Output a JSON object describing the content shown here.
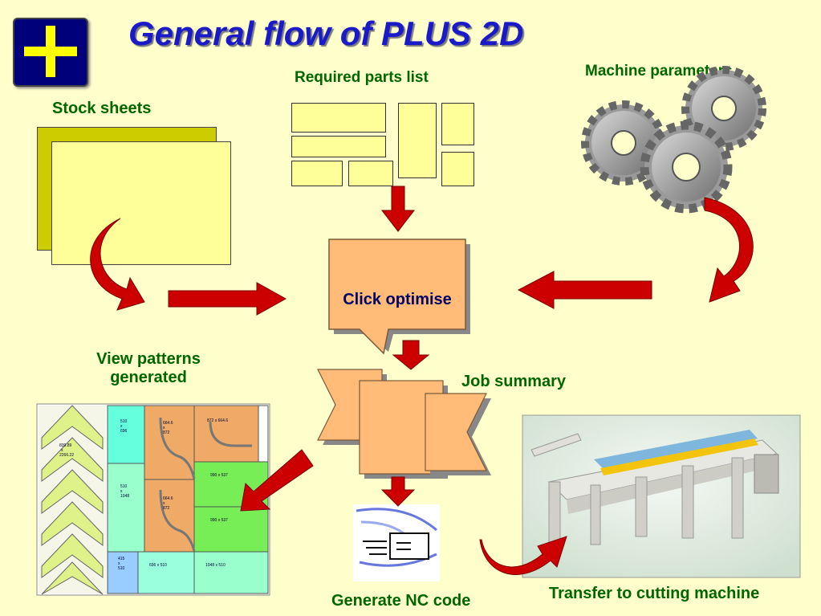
{
  "title": "General flow of PLUS 2D",
  "labels": {
    "stock_sheets": "Stock sheets",
    "required_parts": "Required parts list",
    "machine_params": "Machine parameters",
    "click_optimise": "Click optimise",
    "view_patterns_1": "View patterns",
    "view_patterns_2": "generated",
    "job_summary": "Job summary",
    "generate_nc": "Generate NC code",
    "transfer": "Transfer to cutting machine"
  },
  "pattern": {
    "chevron_label": [
      "839.89",
      "x",
      "2266.22"
    ],
    "cell_a": [
      "510",
      "x",
      "696"
    ],
    "cell_b": [
      "664.6",
      "x",
      "872"
    ],
    "cell_c": "872 x 664.6",
    "cell_d": "990 x 537",
    "cell_e": [
      "510",
      "x",
      "1048"
    ],
    "cell_f": [
      "664.6",
      "x",
      "872"
    ],
    "cell_g": "990 x 537",
    "cell_h": [
      "415",
      "x",
      "510"
    ],
    "cell_i": "696 x 510",
    "cell_j": "1048 x 510"
  },
  "colors": {
    "title": "#1a1ac8",
    "label": "#006600",
    "arrow": "#cc0000",
    "sheet_back": "#cccc00",
    "sheet_front": "#ffff99",
    "bubble": "#ffbb77"
  },
  "icons": [
    "plus-logo-icon",
    "gear-icon",
    "envelope-icon",
    "cutting-machine-image"
  ]
}
